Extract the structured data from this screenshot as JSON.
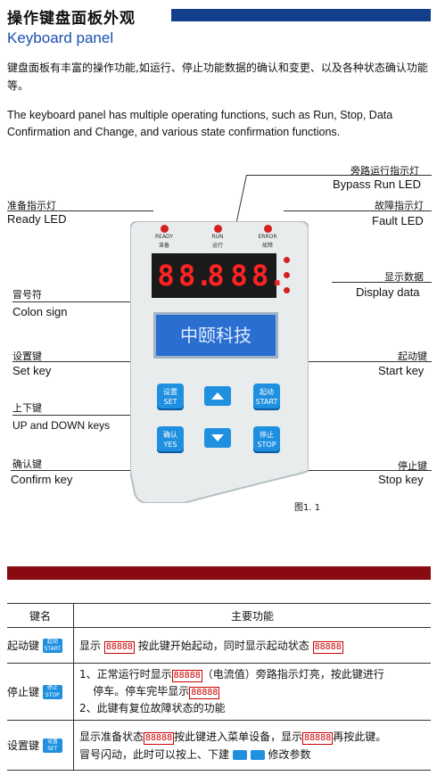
{
  "header": {
    "title_cn": "操作键盘面板外观",
    "title_en": "Keyboard panel"
  },
  "intro": {
    "cn": "键盘面板有丰富的操作功能,如运行、停止功能数据的确认和变更、以及各种状态确认功能等。",
    "en": "The keyboard panel has multiple operating functions, such as Run, Stop, Data Confirmation and Change, and various state confirmation functions."
  },
  "labels": {
    "bypass_cn": "旁路运行指示灯",
    "bypass_en": "Bypass Run LED",
    "ready_cn": "准备指示灯",
    "ready_en": "Ready LED",
    "fault_cn": "故障指示灯",
    "fault_en": "Fault LED",
    "display_cn": "显示数据",
    "display_en": "Display data",
    "colon_cn": "冒号符",
    "colon_en": "Colon sign",
    "set_cn": "设置键",
    "set_en": "Set key",
    "start_cn": "起动键",
    "start_en": "Start key",
    "updown_cn": "上下键",
    "updown_en": "UP and DOWN keys",
    "confirm_cn": "确认键",
    "confirm_en": "Confirm key",
    "stop_cn": "停止键",
    "stop_en": "Stop key"
  },
  "panel": {
    "leds": {
      "ready": "READY",
      "ready_cn": "准备",
      "run": "RUN",
      "run_cn": "运行",
      "error": "ERROR",
      "error_cn": "故障"
    },
    "display_digits": [
      "8",
      "8.",
      "8",
      "8",
      "8."
    ],
    "lcd_text": "中颐科技",
    "keys": {
      "set": [
        "设置",
        "SET"
      ],
      "start": [
        "起动",
        "START"
      ],
      "yes": [
        "确认",
        "YES"
      ],
      "stop": [
        "停止",
        "STOP"
      ]
    }
  },
  "figure_caption": "图1. 1",
  "table": {
    "headers": [
      "键名",
      "主要功能"
    ],
    "rows": [
      {
        "key": "起动键",
        "icon": [
          "起动",
          "START"
        ],
        "text": [
          "显示",
          "按此键开始起动，同时显示起动状态"
        ],
        "seg": "88888"
      },
      {
        "key": "停止键",
        "icon": [
          "停止",
          "STOP"
        ],
        "line1": "1、正常运行时显示",
        "line1b": "（电流值）旁路指示灯亮，按此键进行",
        "line1c": "停车。停车完毕显示",
        "line2": "2、此键有复位故障状态的功能",
        "seg": "88888"
      },
      {
        "key": "设置键",
        "icon": [
          "设置",
          "SET"
        ],
        "line1": "显示准备状态",
        "line1b": "按此键进入菜单设备，显示",
        "line1c": "再按此键。",
        "line2": "冒号闪动，此时可以按上、下建",
        "line2b": "修改参数",
        "seg": "88888"
      }
    ]
  }
}
